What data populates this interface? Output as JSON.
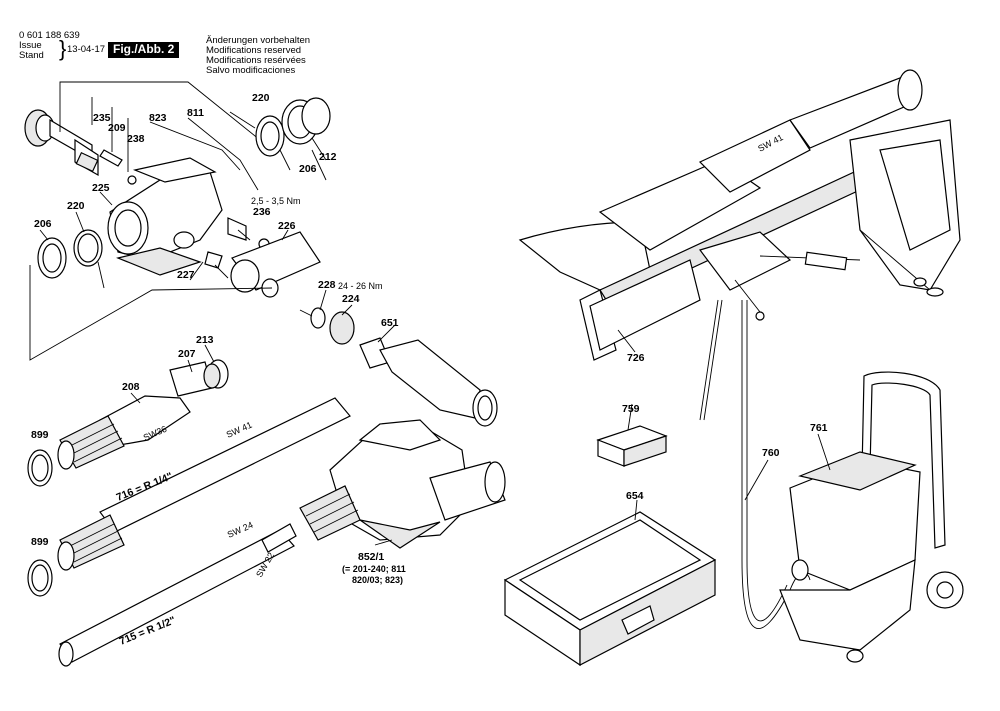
{
  "header": {
    "part_number": "0 601 188 639",
    "issue_label": "Issue",
    "stand_label": "Stand",
    "date": "13-04-17",
    "figure": "Fig./Abb. 2",
    "notices": [
      "Änderungen vorbehalten",
      "Modifications reserved",
      "Modifications resérvées",
      "Salvo modificaciones"
    ]
  },
  "callouts": {
    "c220a": "220",
    "c212": "212",
    "c206a": "206",
    "c235": "235",
    "c209": "209",
    "c238": "238",
    "c823": "823",
    "c811": "811",
    "c225": "225",
    "c236": "236",
    "c226": "226",
    "c206b": "206",
    "c220b": "220",
    "c227": "227",
    "c228": "228",
    "c224": "224",
    "c651": "651",
    "c213": "213",
    "c207": "207",
    "c208": "208",
    "c899a": "899",
    "c716": "716 = R 1/4\"",
    "c899b": "899",
    "c715": "715 = R 1/2\"",
    "c852": "852/1",
    "c726": "726",
    "c759": "759",
    "c654": "654",
    "c760": "760",
    "c761": "761"
  },
  "annotations": {
    "torque1": "2,5 - 3,5 Nm",
    "torque2": "24 - 26 Nm",
    "sw41a": "SW 41",
    "sw41b": "SW 41",
    "sw36": "SW36",
    "sw24": "SW 24",
    "sw22": "SW 22",
    "kit_line1": "(= 201-240; 811",
    "kit_line2": "820/03; 823)"
  }
}
